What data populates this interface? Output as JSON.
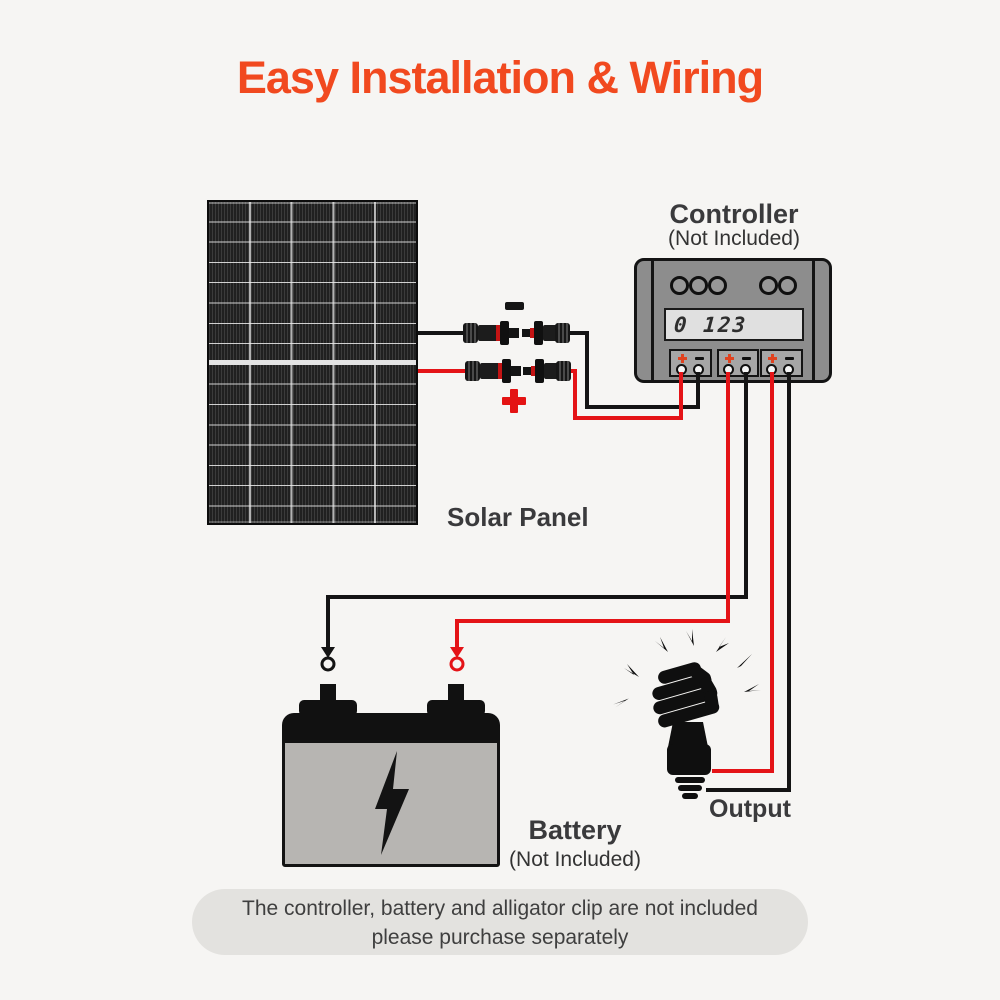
{
  "title": {
    "text": "Easy Installation & Wiring",
    "color": "#f1491f"
  },
  "solar_panel": {
    "label": "Solar Panel"
  },
  "connectors": {
    "negative_symbol": "-",
    "positive_symbol": "+",
    "type": "MC4 male/female pairs"
  },
  "controller": {
    "label": "Controller",
    "sublabel": "(Not Included)",
    "display_value": "0 123",
    "terminal_groups": [
      {
        "plus": "+",
        "minus": "-"
      },
      {
        "plus": "+",
        "minus": "-"
      },
      {
        "plus": "+",
        "minus": "-"
      }
    ]
  },
  "battery": {
    "label": "Battery",
    "sublabel": "(Not Included)"
  },
  "output": {
    "label": "Output"
  },
  "note": {
    "line1": "The controller, battery and alligator clip are not included",
    "line2": "please purchase separately"
  },
  "colors": {
    "background": "#f6f5f3",
    "accent_orange": "#f1491f",
    "wire_red": "#e41317",
    "wire_black": "#141414",
    "controller_gray": "#8d8d8d",
    "terminal_box_gray": "#a6a6a6",
    "lcd_gray": "#e0e0e0",
    "battery_gray": "#b7b5b2",
    "note_gray": "#e3e2df",
    "text_dark": "#3a3a3c"
  }
}
